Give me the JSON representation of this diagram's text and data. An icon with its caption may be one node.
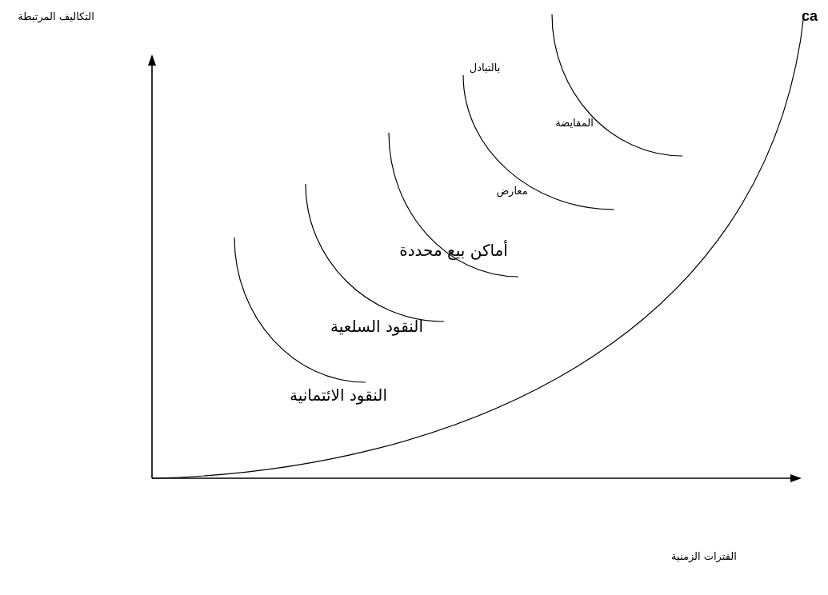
{
  "diagram": {
    "labels": [
      "التكاليف المرتبطة",
      "ca",
      "بالتبادل",
      "المقايضة",
      "معارض",
      "أماكن بيع محددة",
      "النقود السلعية",
      "النقود الائتمانية",
      "الفترات الزمنية"
    ]
  }
}
